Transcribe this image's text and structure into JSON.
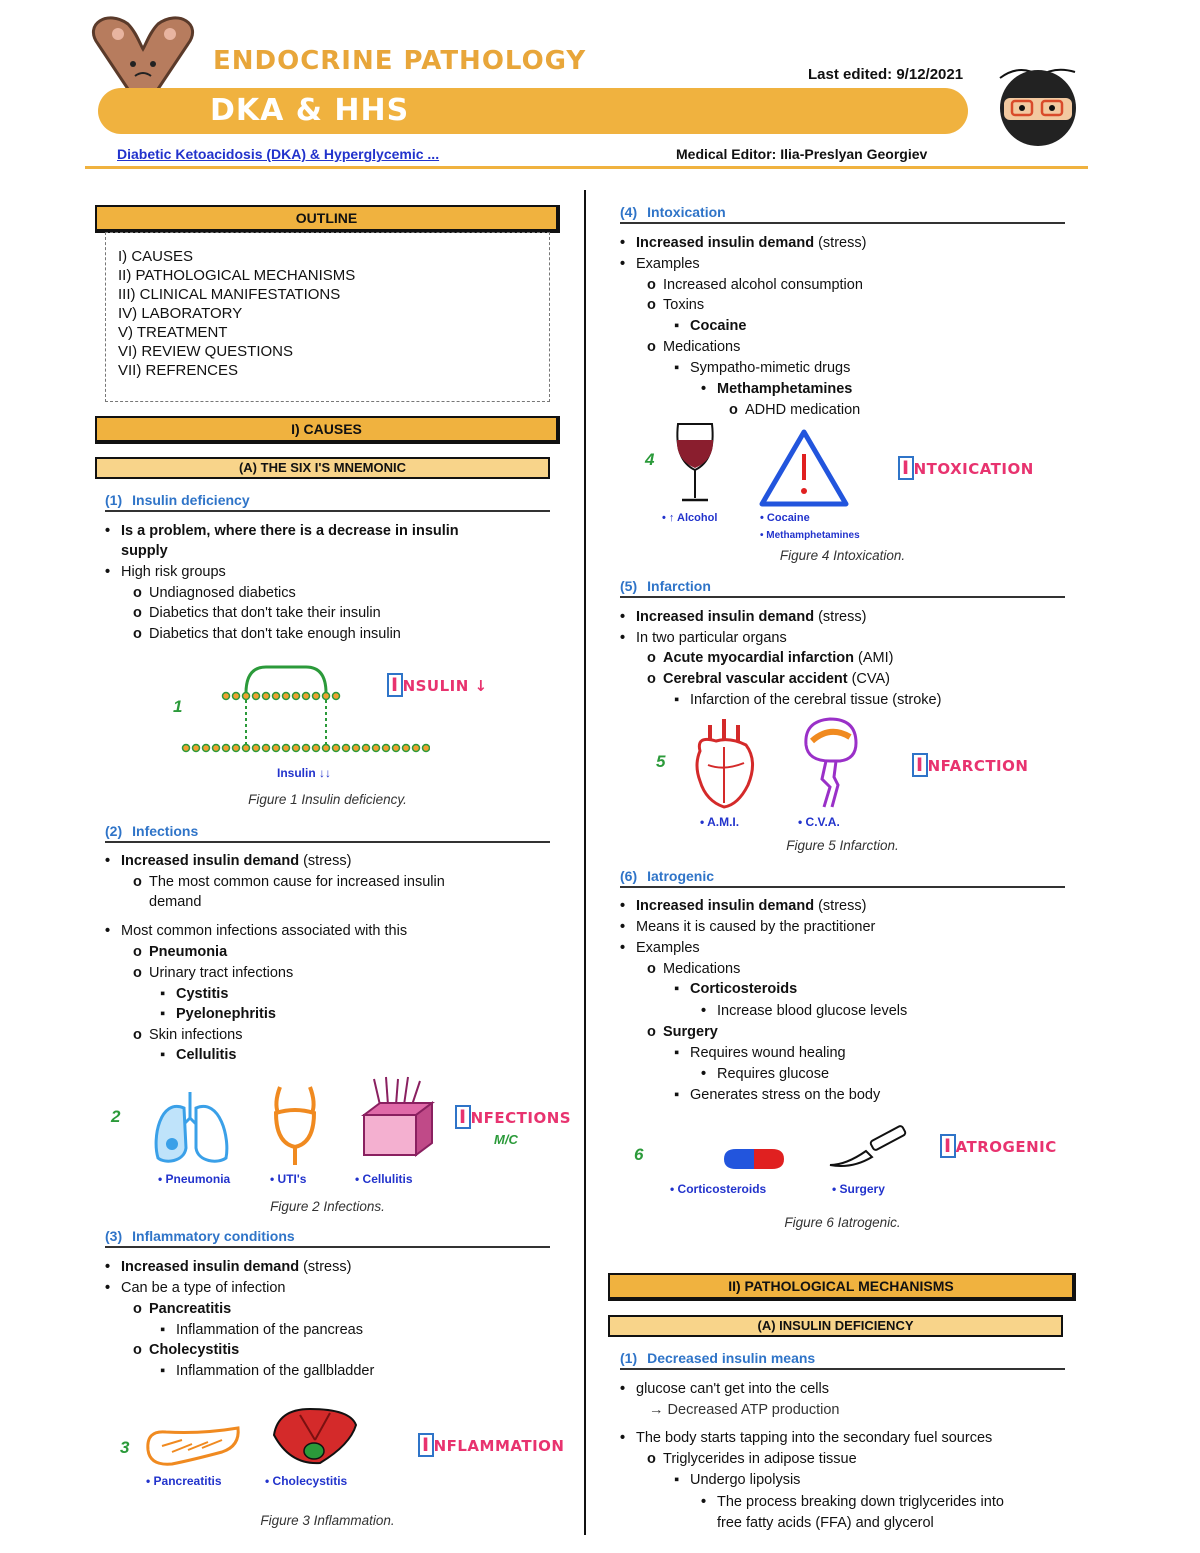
{
  "header": {
    "topic": "ENDOCRINE PATHOLOGY",
    "title": "DKA & HHS",
    "last_edited": "Last edited: 9/12/2021",
    "link_text": "Diabetic Ketoacidosis (DKA) & Hyperglycemic ...",
    "medical_editor": "Medical Editor: Ilia-Preslyan Georgiev"
  },
  "outline": {
    "title": "OUTLINE",
    "items": [
      "I) CAUSES",
      "II) PATHOLOGICAL MECHANISMS",
      "III) CLINICAL MANIFESTATIONS",
      "IV) LABORATORY",
      "V) TREATMENT",
      "VI) REVIEW QUESTIONS",
      "VII) REFRENCES"
    ]
  },
  "causes": {
    "title": "I)  CAUSES",
    "subtitle": "(A)  THE SIX I'S MNEMONIC",
    "insulin_deficiency": {
      "num": "(1)",
      "title": "Insulin deficiency",
      "l1": "Is a problem, where there is a decrease in insulin",
      "l2": "supply",
      "l3": "High risk groups",
      "l4": "Undiagnosed diabetics",
      "l5": "Diabetics that don't take their insulin",
      "l6": "Diabetics that don't take enough insulin",
      "fig_num": "1",
      "fig_word_cap": "I",
      "fig_word_rest": "NSULIN ↓",
      "fig_label": "Insulin ↓↓",
      "caption": "Figure 1 Insulin deficiency."
    },
    "infections": {
      "num": "(2)",
      "title": "Infections",
      "l1": "Increased insulin demand",
      "l1b": " (stress)",
      "l2": "The most common cause for increased insulin",
      "l3": "demand",
      "l4": "Most common infections associated with this",
      "l5": "Pneumonia",
      "l6": "Urinary tract infections",
      "l7": "Cystitis",
      "l8": "Pyelonephritis",
      "l9": "Skin infections",
      "l10": "Cellulitis",
      "fig_num": "2",
      "fig_word_cap": "I",
      "fig_word_rest": "NFECTIONS",
      "fig_word_sub": "M/C",
      "label_1": "• Pneumonia",
      "label_2": "• UTI's",
      "label_3": "• Cellulitis",
      "caption": "Figure 2 Infections."
    },
    "inflammatory": {
      "num": "(3)",
      "title": "Inflammatory conditions",
      "l1": "Increased insulin demand",
      "l1b": " (stress)",
      "l2": "Can be a type of infection",
      "l3": "Pancreatitis",
      "l4": "Inflammation of the pancreas",
      "l5": "Cholecystitis",
      "l6": "Inflammation of the gallbladder",
      "fig_num": "3",
      "fig_word_cap": "I",
      "fig_word_rest": "NFLAMMATION",
      "label_1": "• Pancreatitis",
      "label_2": "• Cholecystitis",
      "caption": "Figure 3 Inflammation."
    },
    "intoxication": {
      "num": "(4)",
      "title": "Intoxication",
      "l1": "Increased insulin demand",
      "l1b": " (stress)",
      "l2": "Examples",
      "l3": "Increased alcohol consumption",
      "l4": "Toxins",
      "l5": "Cocaine",
      "l6": "Medications",
      "l7": "Sympatho-mimetic drugs",
      "l8": "Methamphetamines",
      "l9": "ADHD medication",
      "fig_num": "4",
      "fig_word_cap": "I",
      "fig_word_rest": "NTOXICATION",
      "label_1": "• ↑ Alcohol",
      "label_2": "• Cocaine",
      "label_3": "• Methamphetamines",
      "caption": "Figure 4 Intoxication."
    },
    "infarction": {
      "num": "(5)",
      "title": "Infarction",
      "l1": "Increased insulin demand",
      "l1b": " (stress)",
      "l2": "In two particular organs",
      "l3": "Acute myocardial infarction",
      "l3b": " (AMI)",
      "l4": "Cerebral vascular accident",
      "l4b": " (CVA)",
      "l5": "Infarction of the cerebral tissue (stroke)",
      "fig_num": "5",
      "fig_word_cap": "I",
      "fig_word_rest": "NFARCTION",
      "label_1": "• A.M.I.",
      "label_2": "• C.V.A.",
      "caption": "Figure 5 Infarction."
    },
    "iatrogenic": {
      "num": "(6)",
      "title": "Iatrogenic",
      "l1": "Increased insulin demand",
      "l1b": " (stress)",
      "l2": "Means it is caused by the practitioner",
      "l3": "Examples",
      "l4": "Medications",
      "l5": "Corticosteroids",
      "l6": "Increase blood glucose levels",
      "l7": "Surgery",
      "l8": "Requires wound healing",
      "l9": "Requires glucose",
      "l10": "Generates stress on the body",
      "fig_num": "6",
      "fig_word_cap": "I",
      "fig_word_rest": "ATROGENIC",
      "label_1": "• Corticosteroids",
      "label_2": "• Surgery",
      "caption": "Figure 6 Iatrogenic."
    }
  },
  "mechanisms": {
    "title": "II)  PATHOLOGICAL MECHANISMS",
    "subtitle": "(A)  INSULIN DEFICIENCY",
    "decreased": {
      "num": "(1)",
      "title": "Decreased insulin means",
      "l1": "glucose can't get into the cells",
      "l2": "→ Decreased ATP production",
      "l3": "The body starts tapping into the secondary fuel sources",
      "l4": "Triglycerides in adipose tissue",
      "l5": "Undergo lipolysis",
      "l6": "The process breaking down triglycerides into",
      "l7": "free fatty acids (FFA) and glycerol"
    }
  },
  "colors": {
    "accent": "#F0B23F",
    "heading_blue": "#2F74C8",
    "figure_pink": "#E8336F",
    "figure_green": "#2B9A3A"
  }
}
